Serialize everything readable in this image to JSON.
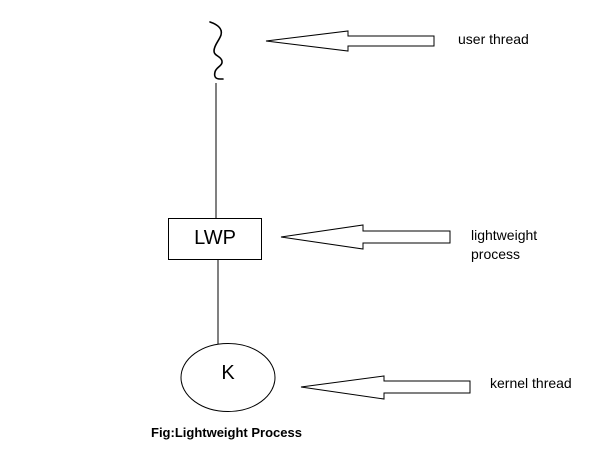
{
  "diagram": {
    "title": "Fig:Lightweight Process",
    "nodes": [
      {
        "id": "user-thread",
        "shape": "squiggle",
        "text": ""
      },
      {
        "id": "lwp",
        "shape": "rectangle",
        "text": "LWP"
      },
      {
        "id": "kernel",
        "shape": "ellipse",
        "text": "K"
      }
    ],
    "edges": [
      {
        "from": "user-thread",
        "to": "lwp"
      },
      {
        "from": "lwp",
        "to": "kernel"
      }
    ],
    "annotations": [
      {
        "target": "user-thread",
        "arrow": "hollow-left",
        "label_lines": [
          "user thread"
        ]
      },
      {
        "target": "lwp",
        "arrow": "hollow-left",
        "label_lines": [
          "lightweight",
          "process"
        ]
      },
      {
        "target": "kernel",
        "arrow": "hollow-left",
        "label_lines": [
          "kernel thread"
        ]
      }
    ],
    "colors": {
      "stroke": "#000000",
      "background": "#ffffff",
      "arrow_fill": "#ffffff"
    }
  }
}
